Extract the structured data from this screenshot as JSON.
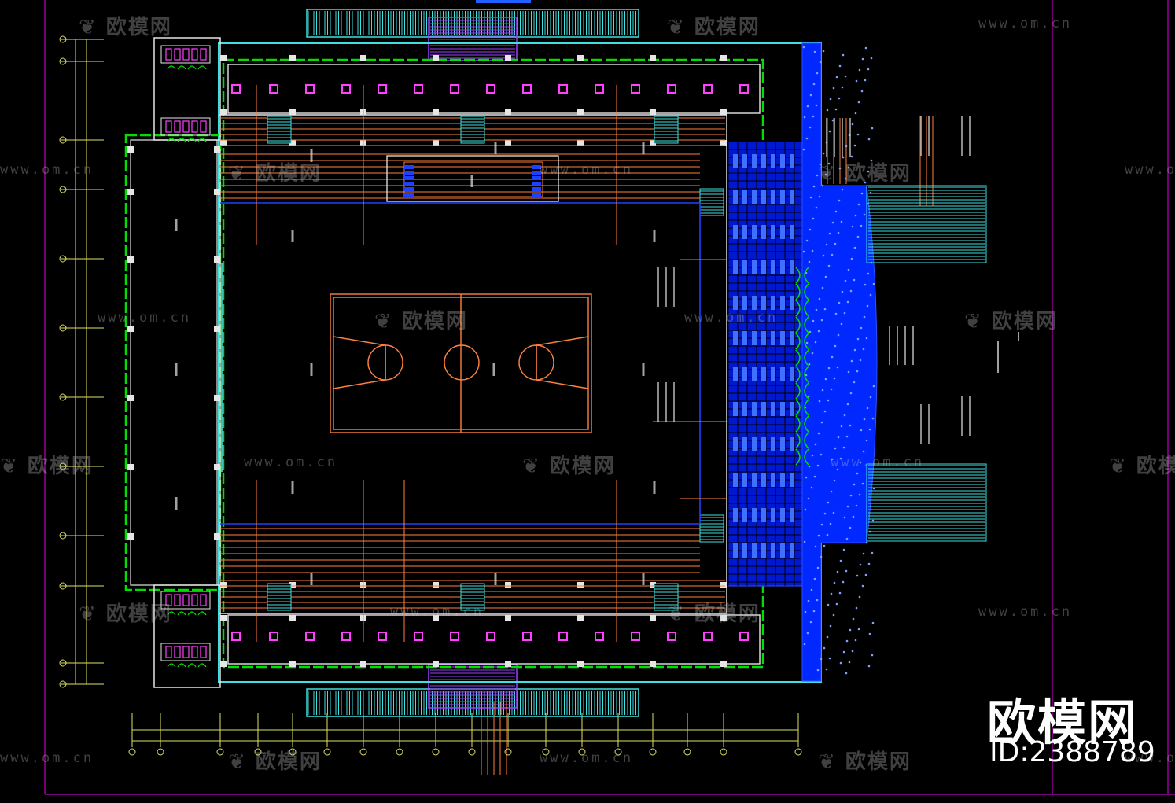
{
  "watermark": {
    "brand": "欧模网",
    "url": "www.om.cn"
  },
  "stamp": {
    "brand": "欧模网",
    "id": "ID:2388789"
  },
  "colors": {
    "background": "#000000",
    "frame": "#c000c0",
    "wall_green": "#00e000",
    "wall_cyan": "#40e0e0",
    "white_line": "#e6e6e6",
    "orange": "#ff8040",
    "blue_fill": "#0020ff",
    "purple": "#a040ff"
  }
}
